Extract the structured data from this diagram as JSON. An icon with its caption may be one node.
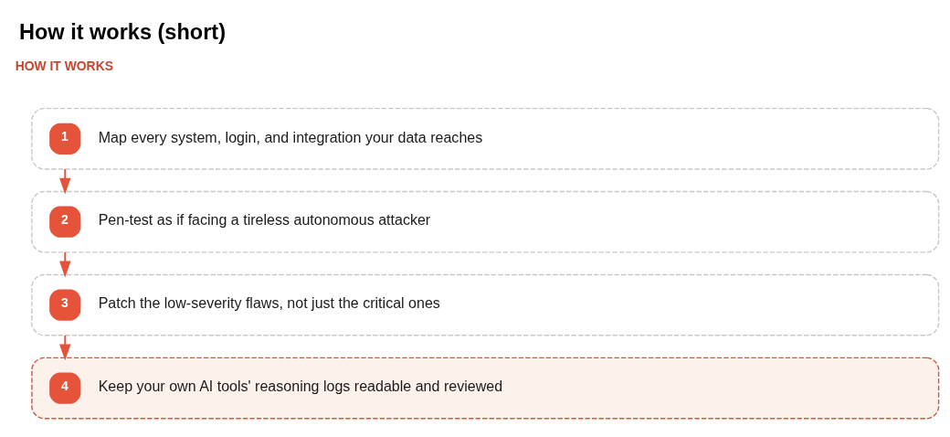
{
  "diagram": {
    "title": "How it works (short)",
    "nodes": [
      {
        "text": [
          "1",
          "Map every system, login, and integration your data reaches"
        ]
      },
      {
        "text": [
          "2",
          "Pen-test as if facing a tireless autonomous attacker"
        ]
      },
      {
        "text": [
          "3",
          "Patch the low-severity flaws, not just the critical ones"
        ]
      },
      {
        "text": [
          "4",
          "Keep your own AI tools' reasoning logs readable and reviewed"
        ]
      }
    ],
    "edges": [
      {
        "from": 0,
        "to": 1,
        "arrow": "to"
      },
      {
        "from": 1,
        "to": 2,
        "arrow": "to"
      },
      {
        "from": 2,
        "to": 3,
        "arrow": "to"
      }
    ],
    "labels": [
      "HOW IT WORKS"
    ]
  }
}
